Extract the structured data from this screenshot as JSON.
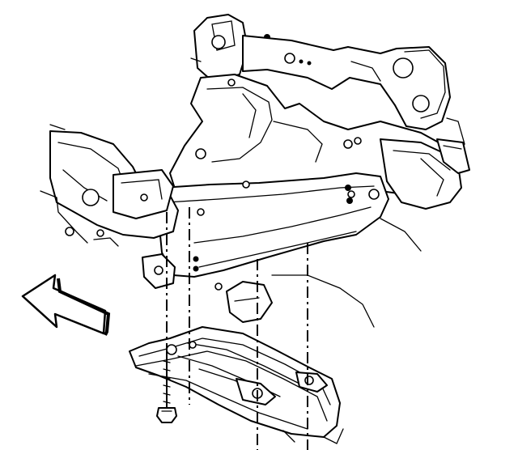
{
  "diagram": {
    "components": [
      {
        "id": "frame-crossmember",
        "icon": "frame-crossmember-drawing"
      },
      {
        "id": "skid-plate",
        "icon": "skid-plate-drawing"
      },
      {
        "id": "mounting-bolt",
        "icon": "bolt-icon"
      },
      {
        "id": "direction-arrow",
        "icon": "front-direction-arrow-icon"
      }
    ],
    "colors": {
      "line": "#000000",
      "background": "#ffffff"
    }
  }
}
